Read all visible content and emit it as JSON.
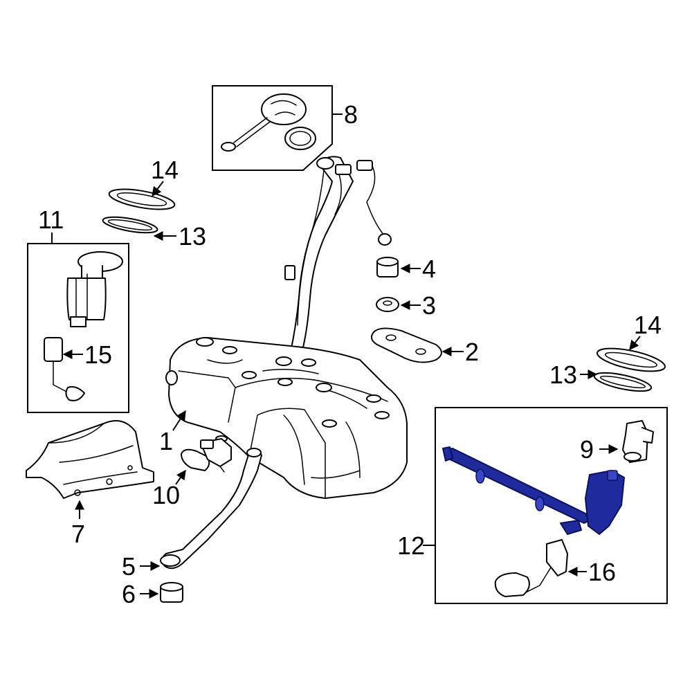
{
  "colors": {
    "highlight": "#1f2a9c",
    "line": "#000000",
    "background": "#ffffff"
  },
  "callouts": {
    "c1": "1",
    "c2": "2",
    "c3": "3",
    "c4": "4",
    "c5": "5",
    "c6": "6",
    "c7": "7",
    "c8": "8",
    "c9": "9",
    "c10": "10",
    "c11": "11",
    "c12": "12",
    "c13_left": "13",
    "c13_right": "13",
    "c14_left": "14",
    "c14_right": "14",
    "c15": "15",
    "c16": "16"
  }
}
